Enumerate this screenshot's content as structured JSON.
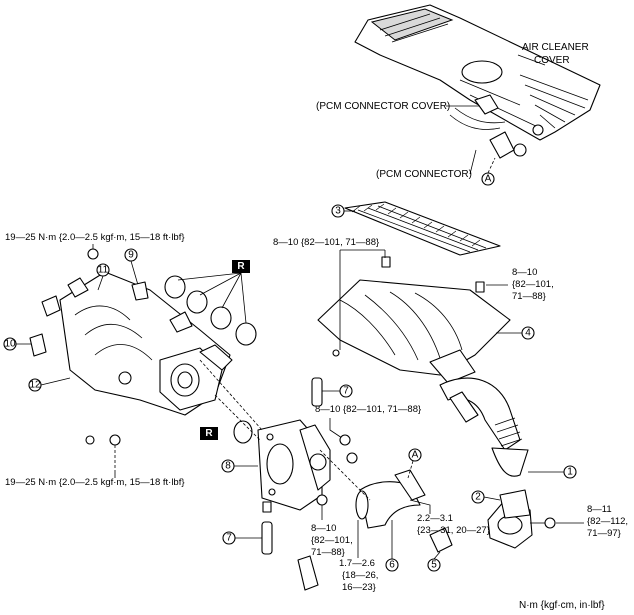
{
  "labels": {
    "air_cleaner_cover_1": "AIR CLEANER",
    "air_cleaner_cover_2": "COVER",
    "pcm_connector_cover": "(PCM CONNECTOR COVER)",
    "pcm_connector": "(PCM CONNECTOR)",
    "ref_a": "A",
    "ref_r": "R",
    "units": "N·m {kgf·cm, in·lbf}"
  },
  "callouts": [
    "1",
    "2",
    "3",
    "4",
    "5",
    "6",
    "7",
    "8",
    "9",
    "10",
    "11",
    "12"
  ],
  "torques": {
    "manifold_top": "19—25 N·m {2.0—2.5 kgf·m, 15—18 ft·lbf}",
    "manifold_bottom": "19—25 N·m {2.0—2.5 kgf·m, 15—18 ft·lbf}",
    "aircleaner_left": "8—10 {82—101, 71—88}",
    "aircleaner_right_1": "8—10",
    "aircleaner_right_2": "{82—101,",
    "aircleaner_right_3": "71—88}",
    "throttle_top": "8—10 {82—101, 71—88}",
    "throttle_bottom_1": "8—10",
    "throttle_bottom_2": "{82—101,",
    "throttle_bottom_3": "71—88}",
    "clamp_1": "1.7—2.6",
    "clamp_2": "{18—26,",
    "clamp_3": "16—23}",
    "duct_clamp_1": "2.2—3.1",
    "duct_clamp_2": "{23—31, 20—27}",
    "adapter_1": "8—11",
    "adapter_2": "{82—112,",
    "adapter_3": "71—97}"
  }
}
